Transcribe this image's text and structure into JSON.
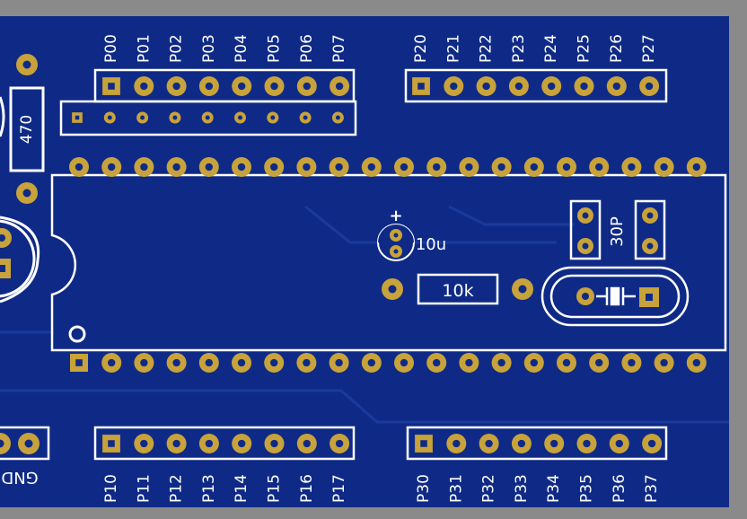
{
  "colors": {
    "board": "#0f2a86",
    "pad": "#c8a23a",
    "silk": "#ffffff",
    "background": "#8a8a8a",
    "trace": "#1a3799"
  },
  "header_p0": {
    "labels": [
      "P00",
      "P01",
      "P02",
      "P03",
      "P04",
      "P05",
      "P06",
      "P07"
    ]
  },
  "header_p2": {
    "labels": [
      "P20",
      "P21",
      "P22",
      "P23",
      "P24",
      "P25",
      "P26",
      "P27"
    ]
  },
  "header_p1": {
    "labels": [
      "P10",
      "P11",
      "P12",
      "P13",
      "P14",
      "P15",
      "P16",
      "P17"
    ]
  },
  "header_p3": {
    "labels": [
      "P30",
      "P31",
      "P32",
      "P33",
      "P34",
      "P35",
      "P36",
      "P37"
    ]
  },
  "resistor_470": {
    "value": "470"
  },
  "resistor_10k": {
    "value": "10k"
  },
  "capacitor_elec": {
    "value": "10u",
    "polarity": "+"
  },
  "capacitor_crystal": {
    "value": "30P"
  },
  "gnd_label": {
    "text": "GND"
  },
  "ic": {
    "pins_per_side": 20
  }
}
